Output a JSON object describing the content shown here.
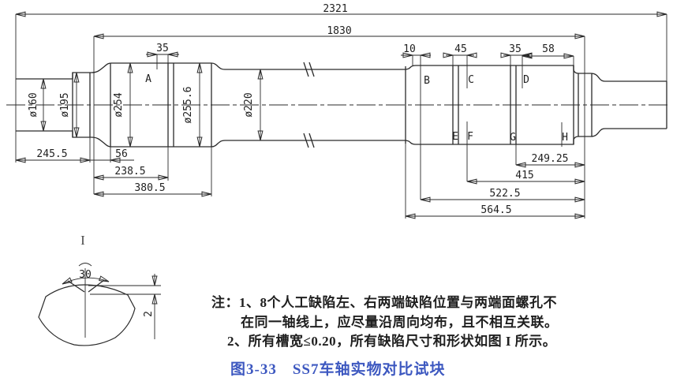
{
  "drawing": {
    "line_color": "#2a2a2a",
    "dims": {
      "total": "2321",
      "span": "1830",
      "groove_a": "35",
      "groove_b": "10",
      "groove_c": "45",
      "groove_d": "35",
      "groove_d_to_end": "58",
      "left_journal": "245.5",
      "left_collar_seat": "56",
      "left_seat_1": "238.5",
      "left_seat_2": "380.5",
      "right_1": "249.25",
      "right_2": "415",
      "right_3": "522.5",
      "right_4": "564.5"
    },
    "diameters": {
      "journal": "ø160",
      "dust_collar": "ø195",
      "wheel_seat": "ø254",
      "gear_seat": "ø255.6",
      "body": "ø220"
    },
    "defects": {
      "a": "A",
      "b": "B",
      "c": "C",
      "d": "D",
      "e": "E",
      "f": "F",
      "g": "G",
      "h": "H"
    }
  },
  "detail": {
    "view_label": "I",
    "arc_width": "30",
    "depth": "2"
  },
  "notes": {
    "line1": "注：1、8个人工缺陷左、右两端缺陷位置与两端面螺孔不",
    "line2": "在同一轴线上，应尽量沿周向均布，且不相互关联。",
    "line3": "2、所有槽宽≤0.20，所有缺陷尺寸和形状如图 I 所示。"
  },
  "caption": {
    "text": "图3-33　SS7车轴实物对比试块",
    "color": "#3d58c0"
  }
}
